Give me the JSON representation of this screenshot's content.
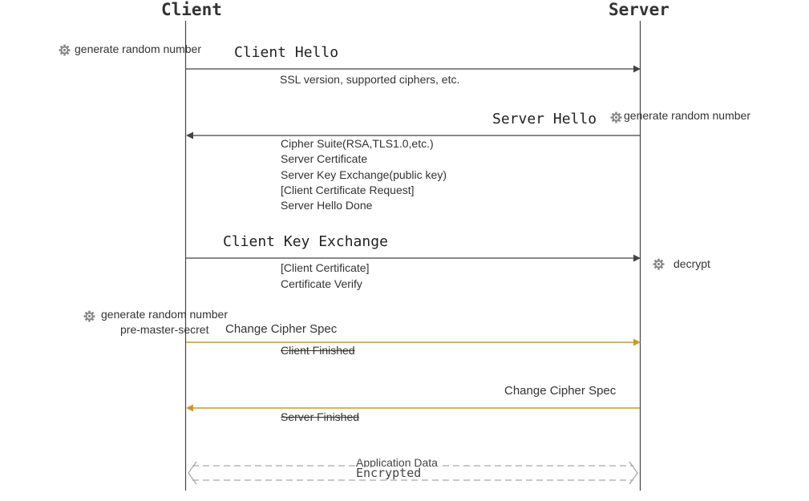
{
  "actors": {
    "client": "Client",
    "server": "Server"
  },
  "messages": {
    "client_hello": {
      "title": "Client Hello",
      "detail": "SSL version, supported ciphers, etc."
    },
    "server_hello": {
      "title": "Server Hello",
      "details": [
        "Cipher Suite(RSA,TLS1.0,etc.)",
        "Server Certificate",
        "Server Key Exchange(public key)",
        "[Client Certificate Request]",
        "Server Hello Done"
      ]
    },
    "client_key_exchange": {
      "title": "Client Key Exchange",
      "details": [
        "[Client Certificate]",
        "Certificate Verify"
      ]
    },
    "client_change_cipher": {
      "title": "Change Cipher Spec",
      "detail": "Client Finished"
    },
    "server_change_cipher": {
      "title": "Change Cipher Spec",
      "detail": "Server Finished"
    },
    "application_data": {
      "title": "Application Data",
      "subtitle": "Encrypted"
    }
  },
  "notes": {
    "client_random_1": "generate random number",
    "server_random": "generate random number",
    "server_decrypt": "decrypt",
    "client_random_2": "generate random number",
    "client_premaster": "pre-master-secret"
  },
  "colors": {
    "line": "#444444",
    "arrow_gold": "#c99a2e",
    "dashed": "#a9a9a9",
    "gear": "#888888"
  },
  "icons": {
    "process": "gear-icon"
  }
}
